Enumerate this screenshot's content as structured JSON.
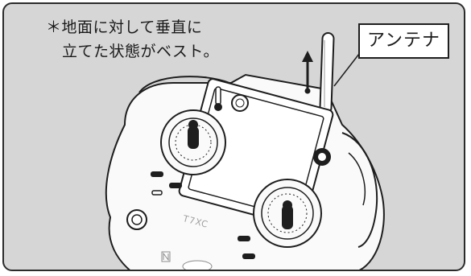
{
  "note": {
    "line1": "＊地面に対して垂直に",
    "line2": "立てた状態がベスト。"
  },
  "callout": {
    "label": "アンテナ"
  },
  "device": {
    "model_badge": "T7XC"
  },
  "colors": {
    "background": "#d6d6d6",
    "border": "#2b2b2b",
    "outline": "#1e1e1e",
    "body_fill": "#ffffff"
  }
}
